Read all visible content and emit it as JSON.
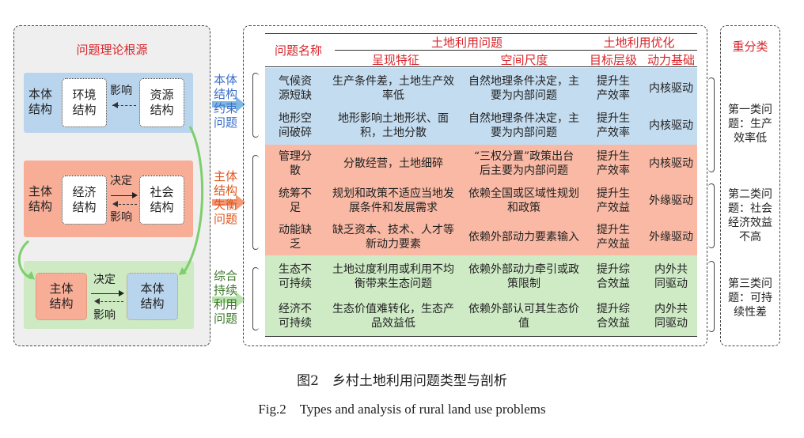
{
  "left_panel": {
    "title": "问题理论根源",
    "ontology": {
      "label": "本体结构",
      "left": "环境结构",
      "right": "资源结构",
      "influence": "影响"
    },
    "subject": {
      "label": "主体结构",
      "left": "经济结构",
      "right": "社会结构",
      "determine": "决定",
      "influence": "影响"
    },
    "combined": {
      "left": "主体结构",
      "right": "本体结构",
      "determine": "决定",
      "influence": "影响"
    }
  },
  "problem_types": [
    "本体结构约束问题",
    "主体结构失衡问题",
    "综合持续利用问题"
  ],
  "table": {
    "col_name": "问题名称",
    "group1": "土地利用问题",
    "group2": "土地利用优化",
    "cols": [
      "呈现特征",
      "空间尺度",
      "目标层级",
      "动力基础"
    ],
    "rows": [
      {
        "name": "气候资源短缺",
        "feature": "生产条件差，土地生产效率低",
        "scale": "自然地理条件决定，主要为内部问题",
        "goal": "提升生产效率",
        "drive": "内核驱动"
      },
      {
        "name": "地形空间破碎",
        "feature": "地形影响土地形状、面积，土地分散",
        "scale": "自然地理条件决定，主要为内部问题",
        "goal": "提升生产效率",
        "drive": "内核驱动"
      },
      {
        "name": "管理分散",
        "feature": "分散经营，土地细碎",
        "scale": "“三权分置”政策出台后主要为内部问题",
        "goal": "提升生产效率",
        "drive": "内核驱动"
      },
      {
        "name": "统筹不足",
        "feature": "规划和政策不适应当地发展条件和发展需求",
        "scale": "依赖全国或区域性规划和政策",
        "goal": "提升生产效益",
        "drive": "外缘驱动"
      },
      {
        "name": "动能缺乏",
        "feature": "缺乏资本、技术、人才等新动力要素",
        "scale": "依赖外部动力要素输入",
        "goal": "提升生产效益",
        "drive": "外缘驱动"
      },
      {
        "name": "生态不可持续",
        "feature": "土地过度利用或利用不均衡带来生态问题",
        "scale": "依赖外部动力牵引或政策限制",
        "goal": "提升综合效益",
        "drive": "内外共同驱动"
      },
      {
        "name": "经济不可持续",
        "feature": "生态价值难转化，生态产品效益低",
        "scale": "依赖外部认可其生态价值",
        "goal": "提升综合效益",
        "drive": "内外共同驱动"
      }
    ]
  },
  "reclass": {
    "title": "重分类",
    "items": [
      "第一类问题：生产效率低",
      "第二类问题：社会经济效益不高",
      "第三类问题：可持续性差"
    ]
  },
  "caption_cn": "图2　乡村土地利用问题类型与剖析",
  "caption_en": "Fig.2　Types and analysis of rural land use problems",
  "colors": {
    "blue": "#b9d5ee",
    "orange": "#f8ad96",
    "green": "#cdeac3",
    "red": "#d8242a"
  }
}
